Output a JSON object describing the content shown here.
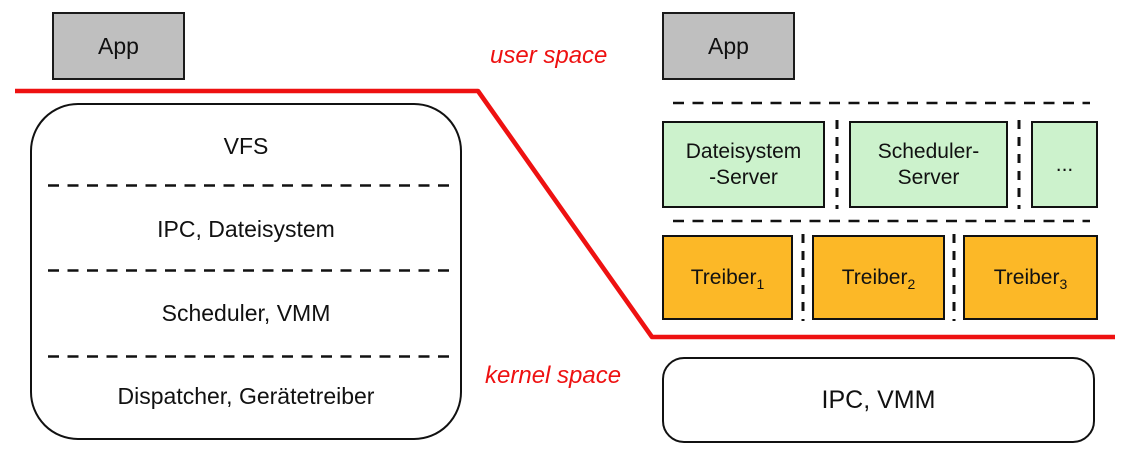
{
  "labels": {
    "user_space": "user space",
    "kernel_space": "kernel space"
  },
  "left": {
    "app_label": "App",
    "layers": [
      "VFS",
      "IPC, Dateisystem",
      "Scheduler, VMM",
      "Dispatcher, Gerätetreiber"
    ]
  },
  "right": {
    "app_label": "App",
    "servers": [
      {
        "line1": "Dateisystem",
        "line2": "-Server"
      },
      {
        "line1": "Scheduler-",
        "line2": "Server"
      },
      {
        "line1": "...",
        "line2": ""
      }
    ],
    "drivers": [
      {
        "label": "Treiber",
        "subscript": "1"
      },
      {
        "label": "Treiber",
        "subscript": "2"
      },
      {
        "label": "Treiber",
        "subscript": "3"
      }
    ],
    "kernel_label": "IPC, VMM"
  },
  "colors": {
    "app_gray": "#bfbfbf",
    "server_green": "#ccf2cc",
    "driver_orange": "#fcb827",
    "boundary_red": "#ee1111",
    "line_black": "#111111"
  }
}
